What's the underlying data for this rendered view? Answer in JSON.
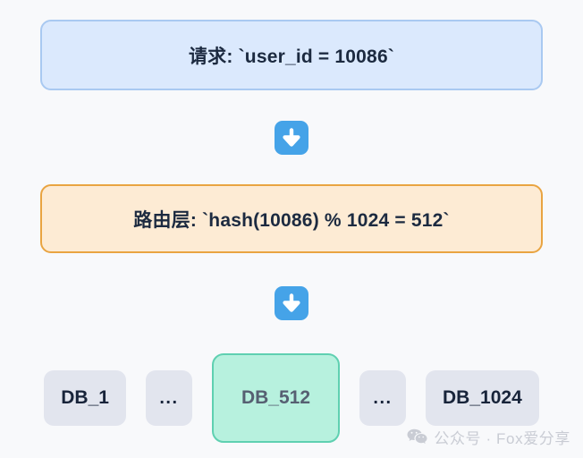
{
  "diagram": {
    "background_color": "#f8f9fb",
    "nodes": {
      "request": {
        "label": "请求: `user_id = 10086`",
        "fill": "#dbe9fd",
        "border": "#a9c9f1"
      },
      "router": {
        "label": "路由层: `hash(10086) % 1024 = 512`",
        "fill": "#fdebd4",
        "border": "#e9a441"
      }
    },
    "arrows": [
      {
        "icon": "arrow-down-icon",
        "color": "#45a3e8"
      },
      {
        "icon": "arrow-down-icon",
        "color": "#45a3e8"
      }
    ],
    "databases": [
      {
        "label": "DB_1",
        "active": false,
        "fill": "#e2e5ee",
        "text_color": "#18243a"
      },
      {
        "label": "...",
        "active": false,
        "fill": "#e2e5ee",
        "text_color": "#18243a"
      },
      {
        "label": "DB_512",
        "active": true,
        "fill": "#b7f1de",
        "border": "#5fd0b1",
        "text_color": "#566072"
      },
      {
        "label": "...",
        "active": false,
        "fill": "#e2e5ee",
        "text_color": "#18243a"
      },
      {
        "label": "DB_1024",
        "active": false,
        "fill": "#e2e5ee",
        "text_color": "#18243a"
      }
    ]
  },
  "watermark": {
    "icon": "wechat-icon",
    "text": "公众号 · Fox爱分享",
    "color": "#c9ccd4"
  }
}
